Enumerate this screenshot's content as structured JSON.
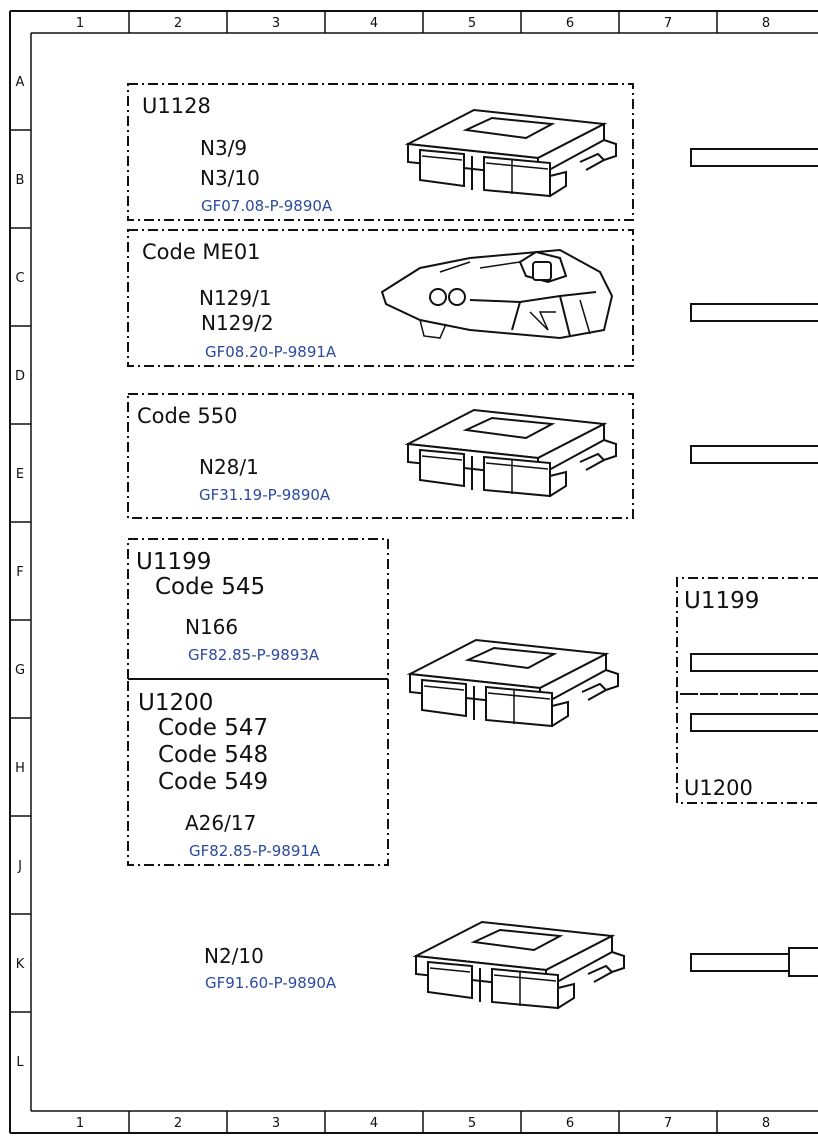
{
  "grid": {
    "columns": [
      "1",
      "2",
      "3",
      "4",
      "5",
      "6",
      "7",
      "8"
    ],
    "rows": [
      "A",
      "B",
      "C",
      "D",
      "E",
      "F",
      "G",
      "H",
      "J",
      "K",
      "L"
    ]
  },
  "groups": {
    "u1128": {
      "title": "U1128",
      "components": [
        "N3/9",
        "N3/10"
      ],
      "ref": "GF07.08-P-9890A"
    },
    "me01": {
      "title": "Code ME01",
      "components": [
        "N129/1",
        "N129/2"
      ],
      "ref": "GF08.20-P-9891A"
    },
    "code550": {
      "title": "Code 550",
      "components": [
        "N28/1"
      ],
      "ref": "GF31.19-P-9890A"
    },
    "u1199": {
      "title": "U1199",
      "codes": [
        "Code 545"
      ],
      "components": [
        "N166"
      ],
      "ref": "GF82.85-P-9893A"
    },
    "u1200": {
      "title": "U1200",
      "codes": [
        "Code 547",
        "Code 548",
        "Code 549"
      ],
      "components": [
        "A26/17"
      ],
      "ref": "GF82.85-P-9891A"
    },
    "n2_10": {
      "components": [
        "N2/10"
      ],
      "ref": "GF91.60-P-9890A"
    }
  },
  "right_groups": {
    "top": "U1199",
    "bottom": "U1200"
  },
  "colors": {
    "line": "#111111",
    "reference_link": "#2b4aa0",
    "background": "#ffffff"
  }
}
